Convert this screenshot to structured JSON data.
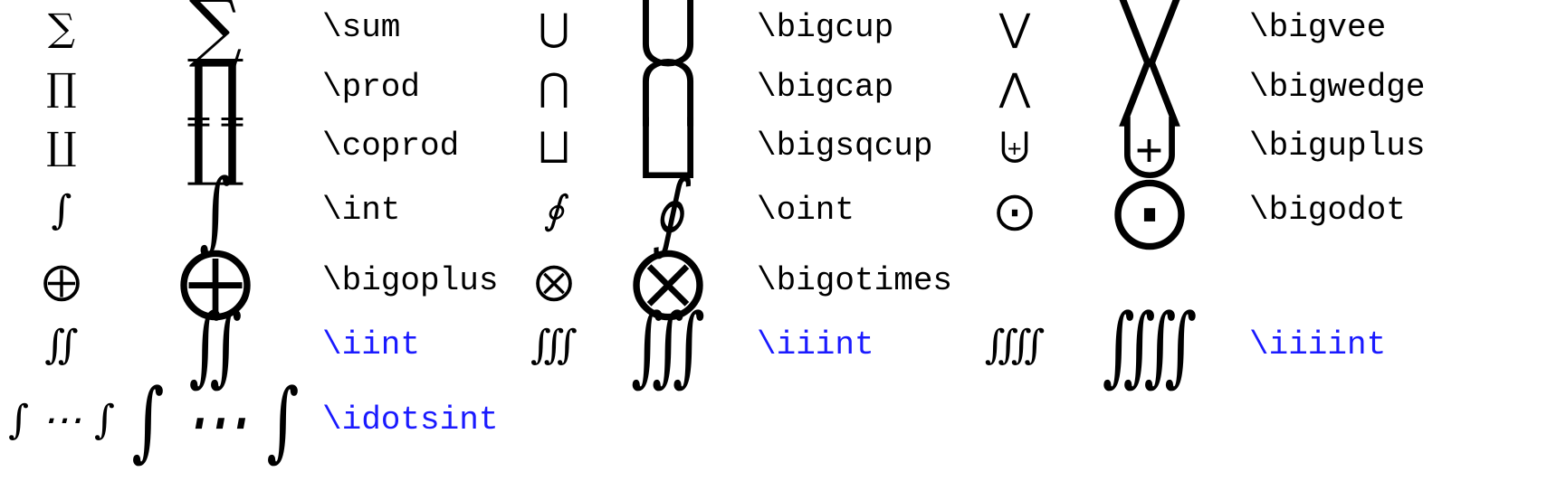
{
  "rows": [
    [
      {
        "small": "∑",
        "large": "∑",
        "cmd": "\\sum",
        "blue": false
      },
      {
        "small": "⋃",
        "large": "⋃",
        "cmd": "\\bigcup",
        "blue": false
      },
      {
        "small": "⋁",
        "large": "⋁",
        "cmd": "\\bigvee",
        "blue": false
      }
    ],
    [
      {
        "small": "∏",
        "large": "∏",
        "cmd": "\\prod",
        "blue": false
      },
      {
        "small": "⋂",
        "large": "⋂",
        "cmd": "\\bigcap",
        "blue": false
      },
      {
        "small": "⋀",
        "large": "⋀",
        "cmd": "\\bigwedge",
        "blue": false
      }
    ],
    [
      {
        "small": "∐",
        "large": "∐",
        "cmd": "\\coprod",
        "blue": false
      },
      {
        "small": "⨆",
        "large": "⨆",
        "cmd": "\\bigsqcup",
        "blue": false
      },
      {
        "small": "⨄",
        "large": "⨄",
        "cmd": "\\biguplus",
        "blue": false
      }
    ],
    [
      {
        "small": "∫",
        "large": "∫",
        "cmd": "\\int",
        "blue": false
      },
      {
        "small": "∮",
        "large": "∮",
        "cmd": "\\oint",
        "blue": false
      },
      {
        "small": "⨀",
        "large": "⨀",
        "cmd": "\\bigodot",
        "blue": false
      }
    ],
    [
      {
        "small": "⨁",
        "large": "⨁",
        "cmd": "\\bigoplus",
        "blue": false
      },
      {
        "small": "⨂",
        "large": "⨂",
        "cmd": "\\bigotimes",
        "blue": false
      }
    ],
    [
      {
        "small": "∬",
        "large": "∬",
        "cmd": "\\iint",
        "blue": true
      },
      {
        "small": "∭",
        "large": "∭",
        "cmd": "\\iiint",
        "blue": true
      },
      {
        "small": "⨌",
        "large": "⨌",
        "cmd": "\\iiiint",
        "blue": true
      }
    ],
    [
      {
        "small": "∫ ⋯ ∫",
        "large": "∫ ⋯ ∫",
        "cmd": "\\idotsint",
        "blue": true
      }
    ]
  ],
  "colors": {
    "text": "#000000",
    "extension_command": "#1a1aff"
  }
}
